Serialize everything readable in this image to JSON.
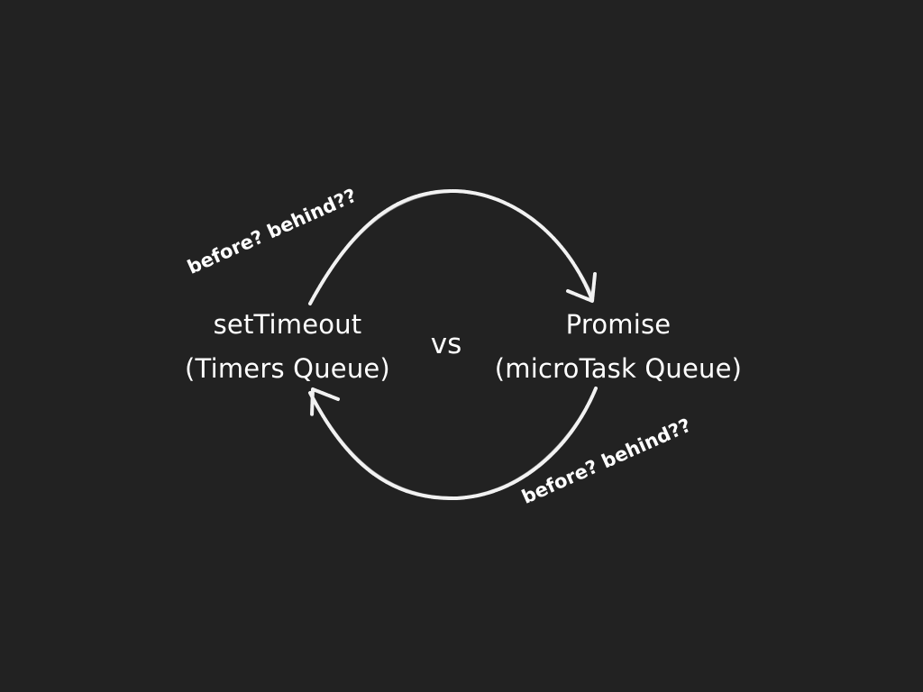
{
  "diagram": {
    "left_node": {
      "line1": "setTimeout",
      "line2": "(Timers Queue)"
    },
    "right_node": {
      "line1": "Promise",
      "line2": "(microTask Queue)"
    },
    "connector_text": "vs",
    "annotations": {
      "top": "before? behind??",
      "bottom": "before? behind??"
    }
  },
  "colors": {
    "background": "#222222",
    "foreground": "#ffffff"
  }
}
